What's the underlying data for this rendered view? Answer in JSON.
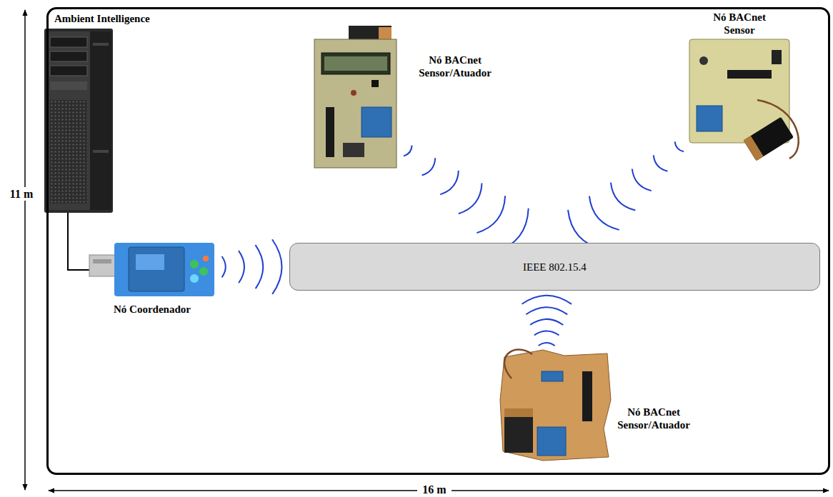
{
  "diagram": {
    "nodes": [
      {
        "text": [
          "Ambient Intelligence"
        ]
      },
      {
        "text": [
          "Nó BACnet Sensor/Atuador"
        ],
        "in": 0
      },
      {
        "text": [
          "Nó BACnet Sensor"
        ],
        "in": 0
      },
      {
        "text": [
          "Nó Coordenador"
        ],
        "in": 0
      },
      {
        "text": [
          "IEEE 802.15.4"
        ],
        "in": 0
      },
      {
        "text": [
          "Nó BACnet Sensor/Atuador"
        ],
        "in": 0
      }
    ],
    "edges": [
      {
        "from": 3,
        "to": 4,
        "arrow": "none"
      },
      {
        "from": 1,
        "to": 4,
        "arrow": "none"
      },
      {
        "from": 2,
        "to": 4,
        "arrow": "none"
      },
      {
        "from": 5,
        "to": 4,
        "arrow": "none"
      }
    ],
    "labels": [
      "11 m",
      "16 m"
    ]
  }
}
